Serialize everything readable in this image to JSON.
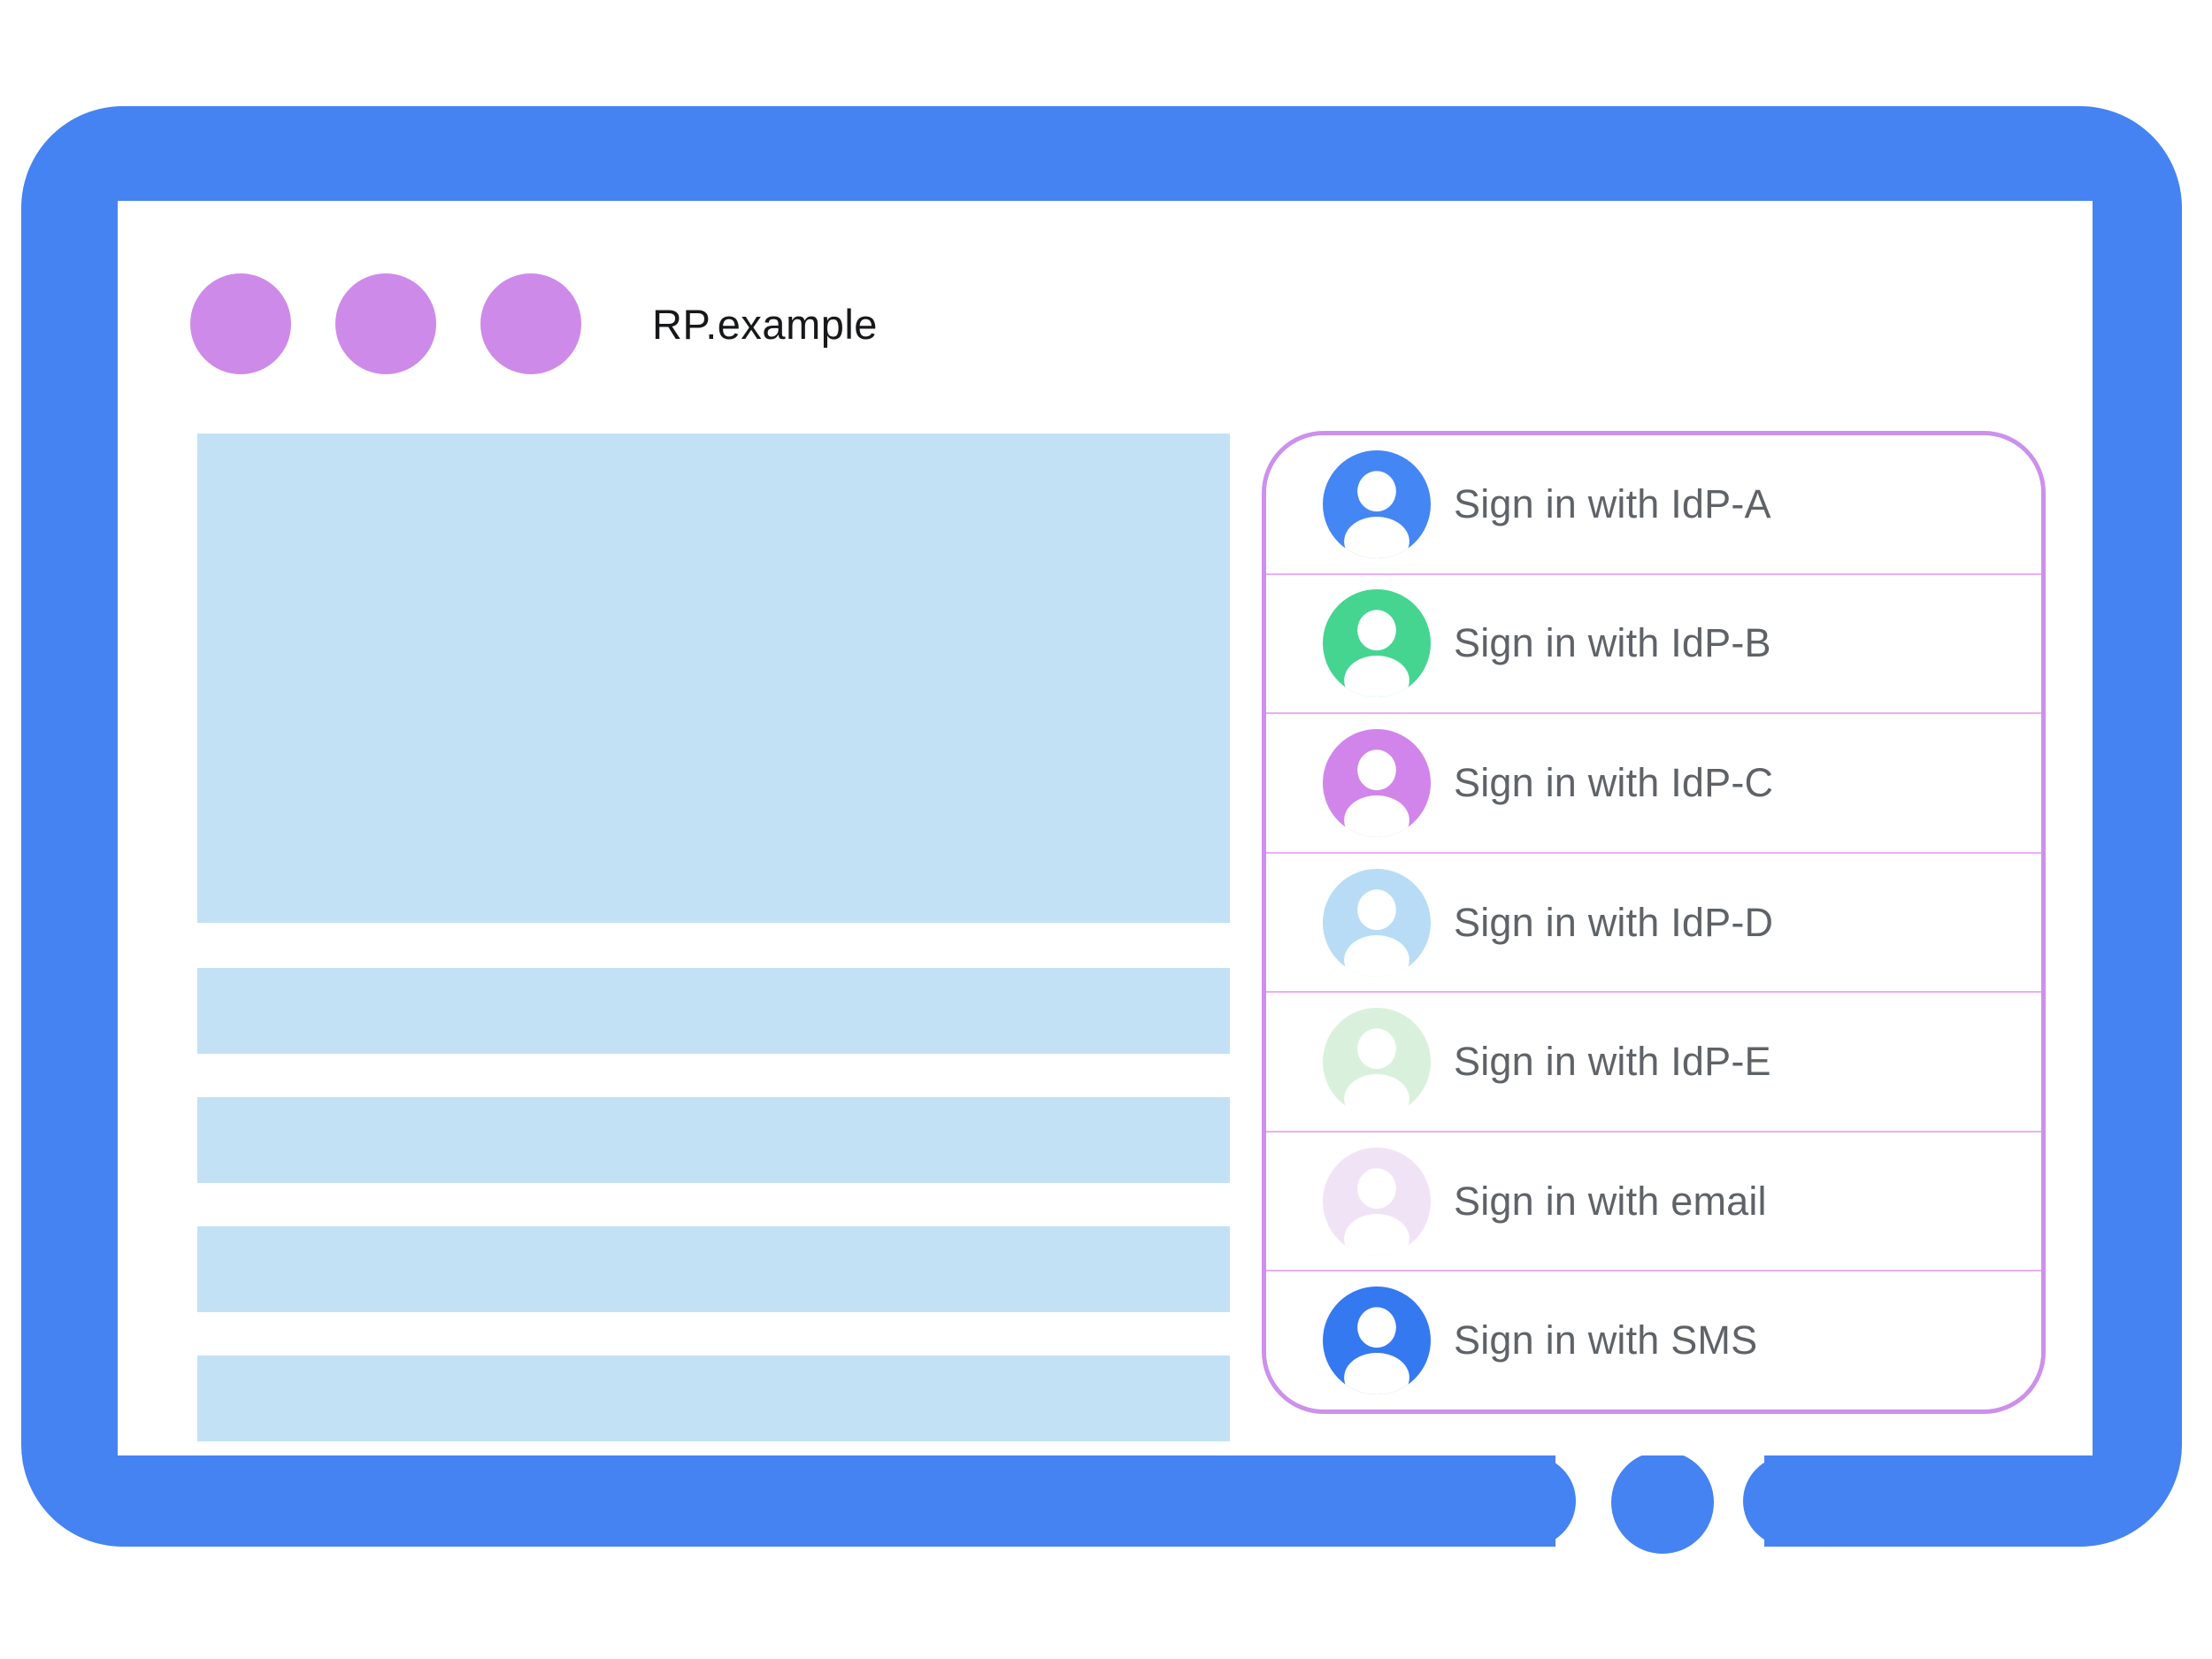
{
  "window": {
    "title": "RP.example",
    "dot_count": 3
  },
  "content_placeholders": {
    "hero_block": 1,
    "text_lines": 4
  },
  "signin_panel": {
    "options": [
      {
        "id": "idp-a",
        "label": "Sign in with IdP-A",
        "avatar_color": "#4486F4"
      },
      {
        "id": "idp-b",
        "label": "Sign in with IdP-B",
        "avatar_color": "#45D591"
      },
      {
        "id": "idp-c",
        "label": "Sign in with IdP-C",
        "avatar_color": "#D185EB"
      },
      {
        "id": "idp-d",
        "label": "Sign in with IdP-D",
        "avatar_color": "#B8DCF5"
      },
      {
        "id": "idp-e",
        "label": "Sign in with IdP-E",
        "avatar_color": "#D9F1DC"
      },
      {
        "id": "email",
        "label": "Sign in with email",
        "avatar_color": "#F1E3F6"
      },
      {
        "id": "sms",
        "label": "Sign in with SMS",
        "avatar_color": "#3479F0"
      }
    ]
  },
  "colors": {
    "frame_blue": "#4583F2",
    "dot_purple": "#CE8AE9",
    "placeholder_blue": "#C3E1F5",
    "panel_border_purple": "#CD90EC",
    "divider_purple": "#E9AFF2",
    "label_gray": "#5F6368",
    "title_black": "#17181A",
    "avatar_glyph_white": "#FFFFFF"
  }
}
